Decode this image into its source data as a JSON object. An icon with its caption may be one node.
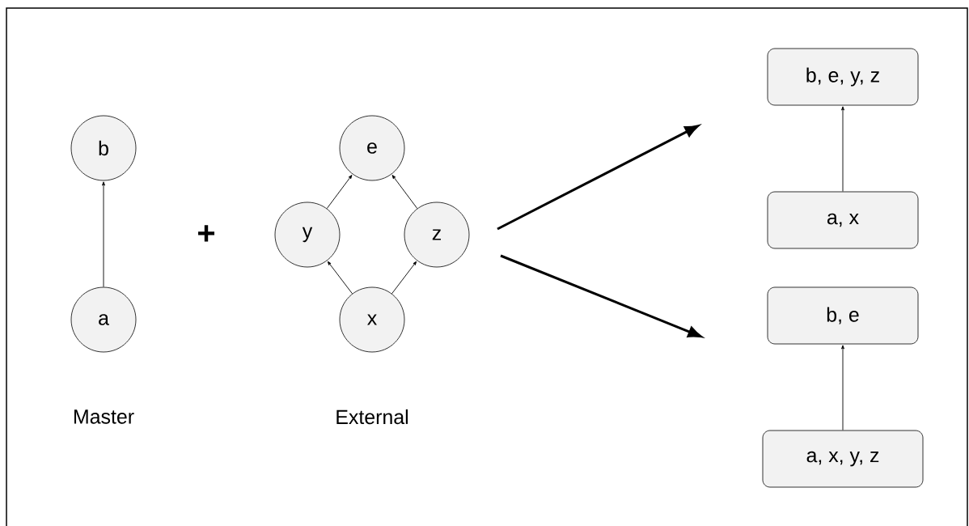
{
  "diagram": {
    "nodes": [
      {
        "text": [
          "b"
        ]
      },
      {
        "text": [
          "a"
        ]
      },
      {
        "text": [
          "e"
        ]
      },
      {
        "text": [
          "y"
        ]
      },
      {
        "text": [
          "z"
        ]
      },
      {
        "text": [
          "x"
        ]
      },
      {
        "text": [
          "b, e, y, z"
        ]
      },
      {
        "text": [
          "a, x"
        ]
      },
      {
        "text": [
          "b, e"
        ]
      },
      {
        "text": [
          "a, x, y, z"
        ]
      }
    ],
    "edges": [
      {
        "from": 1,
        "to": 0,
        "arrow": "to"
      },
      {
        "from": 3,
        "to": 2,
        "arrow": "to"
      },
      {
        "from": 4,
        "to": 2,
        "arrow": "to"
      },
      {
        "from": 5,
        "to": 3,
        "arrow": "to"
      },
      {
        "from": 5,
        "to": 4,
        "arrow": "to"
      },
      {
        "from": 7,
        "to": 6,
        "arrow": "to"
      },
      {
        "from": 9,
        "to": 8,
        "arrow": "to"
      }
    ],
    "labels": [
      "+",
      "Master",
      "External"
    ]
  }
}
